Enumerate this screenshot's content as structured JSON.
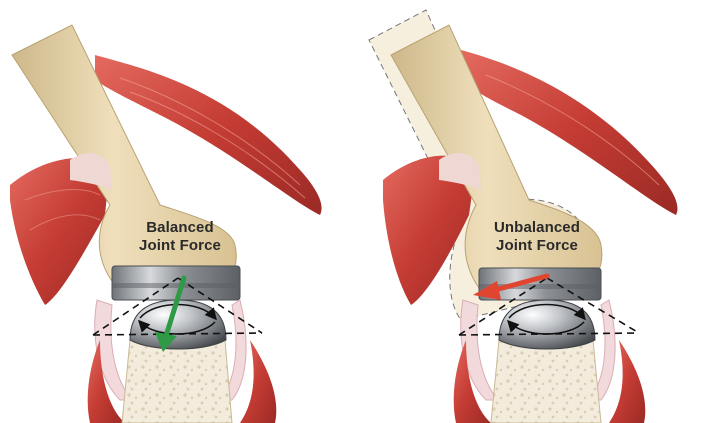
{
  "panels": {
    "balanced": {
      "line1": "Balanced",
      "line2": "Joint Force",
      "arrow_color": "#2e9a45"
    },
    "unbalanced": {
      "line1": "Unbalanced",
      "line2": "Joint Force",
      "arrow_color": "#e0452f"
    }
  },
  "colors": {
    "bone": "#e8d6ae",
    "muscle": "#c9453d",
    "implant_metal": "#a9acb0",
    "cartilage": "#f2d9dc"
  }
}
